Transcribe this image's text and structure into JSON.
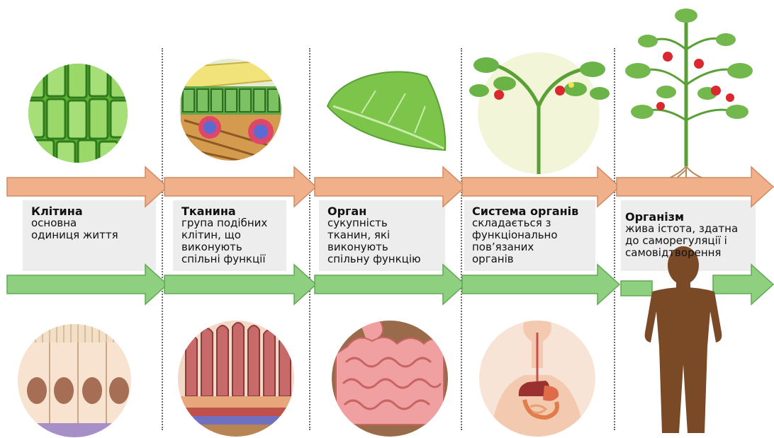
{
  "colors": {
    "plant_arrow": "#f0b089",
    "plant_arrow_stroke": "#d08a63",
    "human_arrow": "#8fd080",
    "human_arrow_stroke": "#62a854",
    "caption_band": "#ededed",
    "separator": "#6a6a6a"
  },
  "stages": [
    {
      "title": "Клітина",
      "lines": [
        "основна",
        "одиниця життя"
      ],
      "plant_icon": "plant-cell-icon",
      "human_icon": "human-cells-icon"
    },
    {
      "title": "Тканина",
      "lines": [
        "група подібних",
        "клітин, що",
        "виконують",
        "спільні функції"
      ],
      "plant_icon": "plant-tissue-icon",
      "human_icon": "intestinal-tissue-icon"
    },
    {
      "title": "Орган",
      "lines": [
        "сукупність",
        "тканин, які",
        "виконують",
        "спільну функцію"
      ],
      "plant_icon": "leaf-icon",
      "human_icon": "intestine-icon"
    },
    {
      "title": "Система органів",
      "lines": [
        "складається з",
        "функціонально",
        "пов’язаних",
        "органів"
      ],
      "plant_icon": "plant-shoot-icon",
      "human_icon": "digestive-system-icon"
    },
    {
      "title": "Організм",
      "lines": [
        "жива істота, здатна",
        "до саморегуляції і",
        "самовідтворення"
      ],
      "plant_icon": "tomato-plant-icon",
      "human_icon": "human-silhouette-icon"
    }
  ]
}
